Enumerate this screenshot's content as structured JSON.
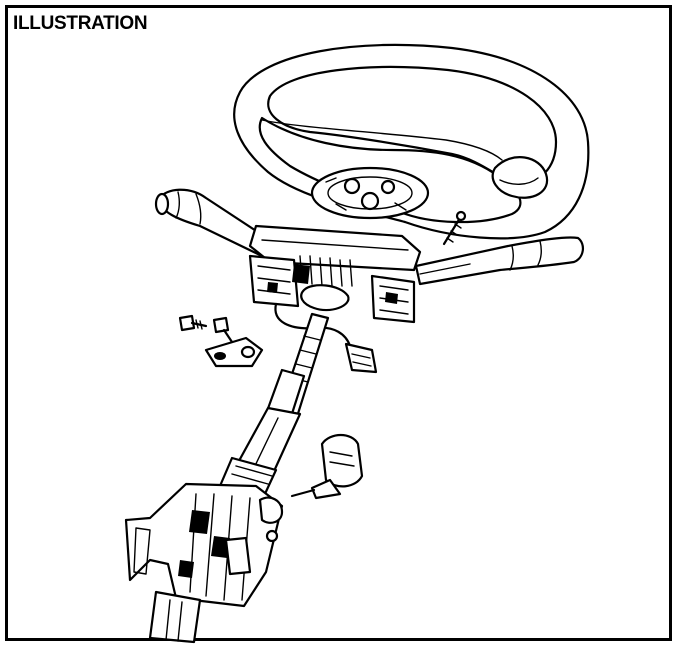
{
  "header": {
    "title": "ILLUSTRATION"
  },
  "figure": {
    "components": [
      "steering-wheel",
      "turn-signal-lever",
      "wiper-lever",
      "combination-switch",
      "steering-column",
      "ignition-switch",
      "mounting-screws",
      "wire-harness"
    ]
  }
}
